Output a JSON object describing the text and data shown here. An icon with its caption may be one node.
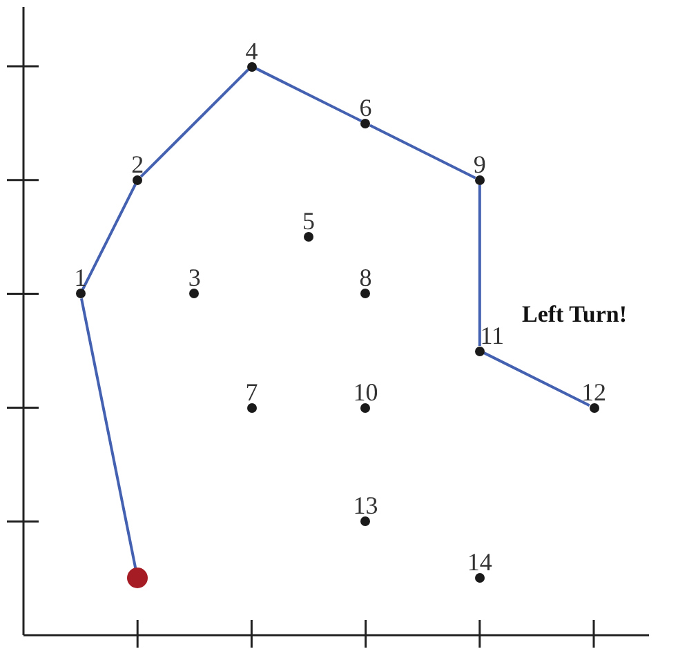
{
  "diagram": {
    "nodes": [
      {
        "text": [],
        "shape": "circle"
      },
      {
        "text": [
          "1"
        ]
      },
      {
        "text": [
          "2"
        ]
      },
      {
        "text": [
          "3"
        ]
      },
      {
        "text": [
          "4"
        ]
      },
      {
        "text": [
          "5"
        ]
      },
      {
        "text": [
          "6"
        ]
      },
      {
        "text": [
          "7"
        ]
      },
      {
        "text": [
          "8"
        ]
      },
      {
        "text": [
          "9"
        ]
      },
      {
        "text": [
          "10"
        ]
      },
      {
        "text": [
          "11"
        ]
      },
      {
        "text": [
          "12"
        ]
      },
      {
        "text": [
          "13"
        ]
      },
      {
        "text": [
          "14"
        ]
      }
    ],
    "edges": [
      {
        "from": 0,
        "to": 1,
        "arrow": "none"
      },
      {
        "from": 1,
        "to": 2,
        "arrow": "none"
      },
      {
        "from": 2,
        "to": 4,
        "arrow": "none"
      },
      {
        "from": 4,
        "to": 6,
        "arrow": "none"
      },
      {
        "from": 6,
        "to": 9,
        "arrow": "none"
      },
      {
        "from": 9,
        "to": 11,
        "arrow": "none"
      },
      {
        "from": 11,
        "to": 12,
        "arrow": "none"
      }
    ],
    "labels": [
      "Left Turn!"
    ]
  }
}
